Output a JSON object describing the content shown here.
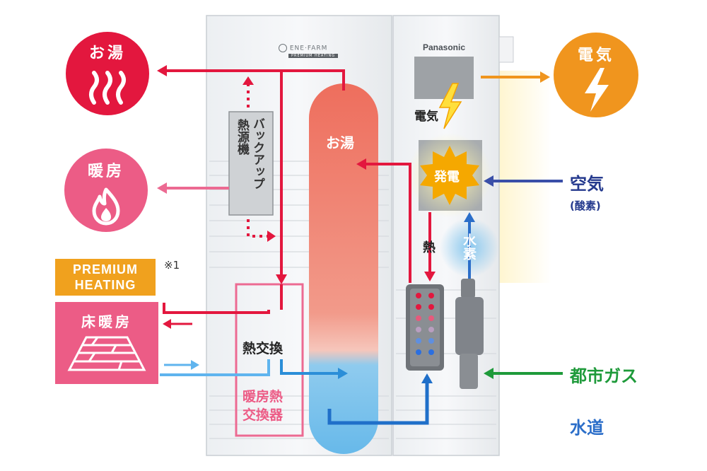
{
  "brand": {
    "enefarm": "ENE·FARM",
    "enefarm_sub": "PREMIUM HEATING",
    "panasonic": "Panasonic"
  },
  "outputs": {
    "hot_water": "お湯",
    "heating": "暖房",
    "electricity": "電気",
    "floor_heating": "床暖房"
  },
  "premium_badge": {
    "line1": "PREMIUM",
    "line2": "HEATING",
    "note": "※1"
  },
  "tank": {
    "hot_water": "お湯"
  },
  "backup": {
    "col1": "熱源機",
    "col2": "バックアップ"
  },
  "exchanger": {
    "label": "熱交換",
    "line1": "暖房熱",
    "line2": "交換器"
  },
  "fuel_cell": {
    "electricity": "電気",
    "generation": "発電",
    "heat": "熱",
    "hydrogen": "水素"
  },
  "inputs": {
    "air": "空気",
    "oxygen": "(酸素)",
    "city_gas": "都市ガス",
    "water": "水道"
  },
  "colors": {
    "red": "#e3173e",
    "pink": "#ec5c86",
    "orange": "#f0951e",
    "blue": "#2b8ed8",
    "navy": "#253a8e",
    "green": "#1e9a3a"
  }
}
